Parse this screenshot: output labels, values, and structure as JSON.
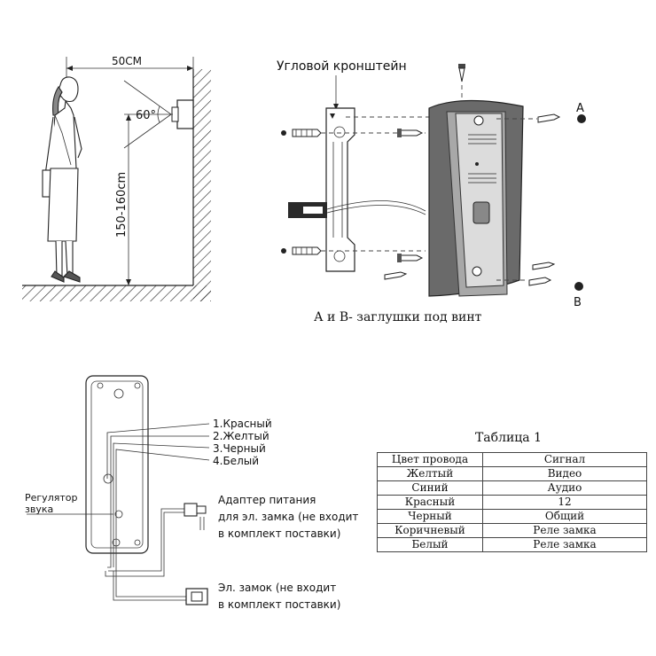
{
  "height_figure": {
    "distance_label": "50СМ",
    "angle_label": "60°",
    "height_label": "150-160cm"
  },
  "bracket_figure": {
    "title": "Угловой кронштейн",
    "plug_a": "A",
    "plug_b": "B",
    "caption": "А и В- заглушки под винт"
  },
  "wiring_figure": {
    "wires": [
      "1.Красный",
      "2.Желтый",
      "3.Черный",
      "4.Белый"
    ],
    "volume_label_line1": "Регулятор",
    "volume_label_line2": "звука",
    "adapter_line1": "Адаптер питания",
    "adapter_line2": "для эл. замка (не входит",
    "adapter_line3": "в комплект поставки)",
    "lock_line1": "Эл. замок (не входит",
    "lock_line2": "в комплект поставки)"
  },
  "table": {
    "title": "Таблица 1",
    "header": [
      "Цвет провода",
      "Сигнал"
    ],
    "rows": [
      [
        "Желтый",
        "Видео"
      ],
      [
        "Синий",
        "Аудио"
      ],
      [
        "Красный",
        "12"
      ],
      [
        "Черный",
        "Общий"
      ],
      [
        "Коричневый",
        "Реле замка"
      ],
      [
        "Белый",
        "Реле замка"
      ]
    ]
  }
}
